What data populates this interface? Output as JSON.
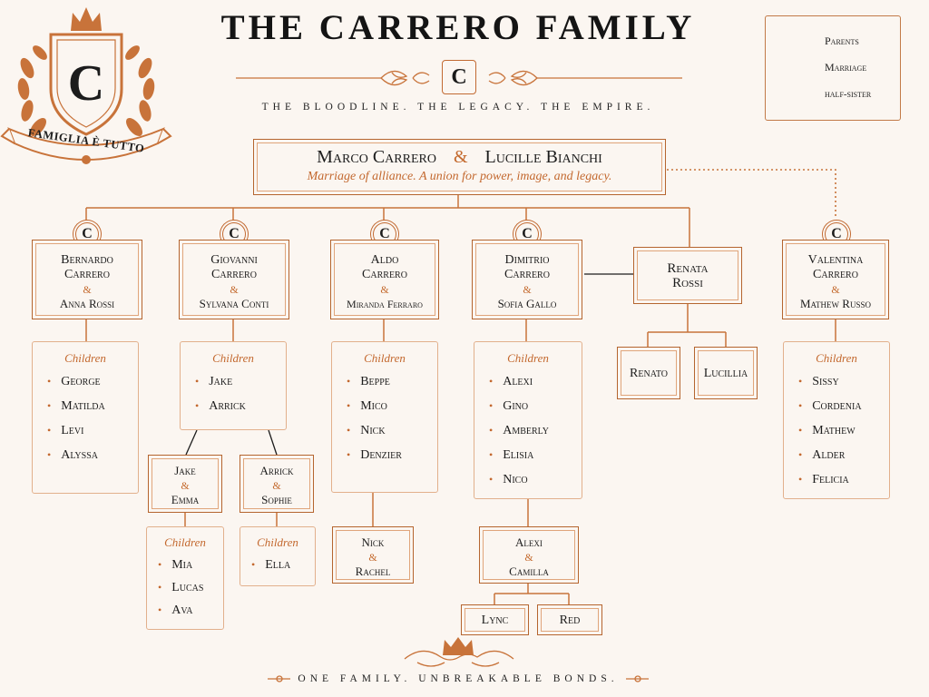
{
  "header": {
    "title": "THE CARRERO FAMILY",
    "monogram": "C",
    "subtitle": "THE BLOODLINE. THE LEGACY. THE EMPIRE.",
    "crest_motto": "FAMIGLIA È TUTTO"
  },
  "legend": {
    "parents": "Parents",
    "marriage": "Marriage",
    "half_sister": "half-sister",
    "colors": {
      "parents": "#c8733a",
      "marriage": "#1c1c1c",
      "half_sister": "#c8733a"
    }
  },
  "root": {
    "husband": "Marco Carrero",
    "amp": "&",
    "wife": "Lucille Bianchi",
    "tagline": "Marriage of alliance. A union for power, image, and legacy."
  },
  "children_heading": "Children",
  "branches": [
    {
      "name": "Bernardo Carrero",
      "amp": "&",
      "spouse": "Anna Rossi",
      "children": [
        "George",
        "Matilda",
        "Levi",
        "Alyssa"
      ]
    },
    {
      "name": "Giovanni Carrero",
      "amp": "&",
      "spouse": "Sylvana Conti",
      "children": [
        "Jake",
        "Arrick"
      ]
    },
    {
      "name": "Aldo Carrero",
      "amp": "&",
      "spouse": "Miranda Ferraro",
      "children": [
        "Beppe",
        "Mico",
        "Nick",
        "Denzier"
      ]
    },
    {
      "name": "Dimitrio Carrero",
      "amp": "&",
      "spouse": "Sofia Gallo",
      "children": [
        "Alexi",
        "Gino",
        "Amberly",
        "Elisia",
        "Nico"
      ]
    },
    {
      "name": "Valentina Carrero",
      "amp": "&",
      "spouse": "Mathew Russo",
      "children": [
        "Sissy",
        "Cordenia",
        "Mathew",
        "Alder",
        "Felicia"
      ]
    }
  ],
  "renata": {
    "name": "Renata Rossi",
    "children": [
      "Renato",
      "Lucillia"
    ]
  },
  "grand_couples": [
    {
      "a": "Jake",
      "amp": "&",
      "b": "Emma",
      "children": [
        "Mia",
        "Lucas",
        "Ava"
      ]
    },
    {
      "a": "Arrick",
      "amp": "&",
      "b": "Sophie",
      "children": [
        "Ella"
      ]
    },
    {
      "a": "Nick",
      "amp": "&",
      "b": "Rachel"
    },
    {
      "a": "Alexi",
      "amp": "&",
      "b": "Camilla",
      "children": [
        "Lync",
        "Red"
      ]
    }
  ],
  "footer": "ONE FAMILY. UNBREAKABLE BONDS."
}
